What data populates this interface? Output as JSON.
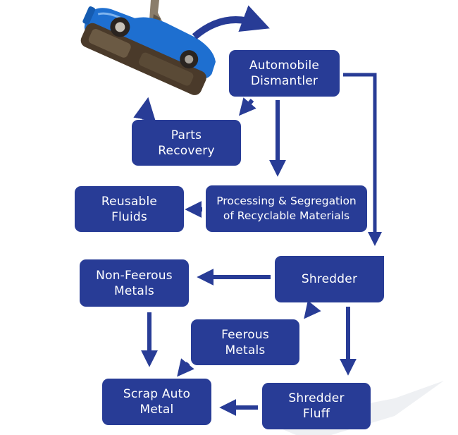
{
  "diagram": {
    "title": "Automobile Recycling Process",
    "colors": {
      "box_fill": "#283c96",
      "arrow": "#283c96",
      "text": "#ffffff",
      "background": "#ffffff"
    },
    "illustration": {
      "label": "Scrapped car lifted by crane grab",
      "car_color": "#1e6fd0"
    },
    "nodes": {
      "dismantler": {
        "line1": "Automobile",
        "line2": "Dismantler"
      },
      "parts": {
        "line1": "Parts",
        "line2": "Recovery"
      },
      "fluids": {
        "line1": "Reusable",
        "line2": "Fluids"
      },
      "processing": {
        "line1": "Processing & Segregation",
        "line2": "of Recyclable Materials"
      },
      "nonferrous": {
        "line1": "Non-Feerous",
        "line2": "Metals"
      },
      "shredder": {
        "line1": "Shredder"
      },
      "ferrous": {
        "line1": "Feerous",
        "line2": "Metals"
      },
      "scrap": {
        "line1": "Scrap Auto",
        "line2": "Metal"
      },
      "fluff": {
        "line1": "Shredder",
        "line2": "Fluff"
      }
    },
    "edges": [
      {
        "from": "car",
        "to": "dismantler"
      },
      {
        "from": "dismantler",
        "to": "parts"
      },
      {
        "from": "parts",
        "to": "car"
      },
      {
        "from": "dismantler",
        "to": "processing"
      },
      {
        "from": "processing",
        "to": "fluids"
      },
      {
        "from": "dismantler",
        "to": "shredder"
      },
      {
        "from": "shredder",
        "to": "nonferrous"
      },
      {
        "from": "shredder",
        "to": "ferrous"
      },
      {
        "from": "shredder",
        "to": "fluff"
      },
      {
        "from": "nonferrous",
        "to": "scrap"
      },
      {
        "from": "ferrous",
        "to": "scrap"
      },
      {
        "from": "fluff",
        "to": "scrap"
      }
    ]
  }
}
